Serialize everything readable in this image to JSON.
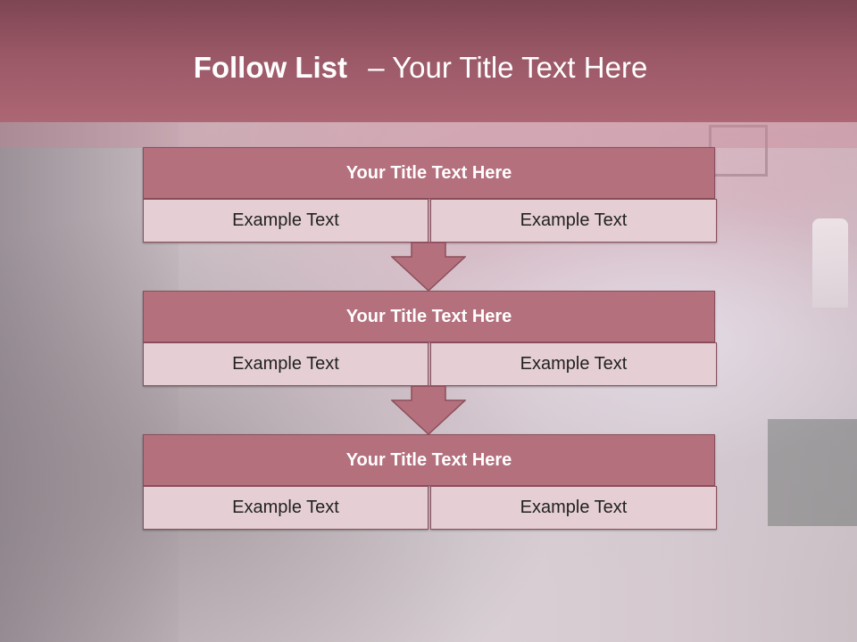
{
  "page": {
    "title_bold": "Follow List",
    "title_separator": "–",
    "title_rest": "Your Title Text Here"
  },
  "steps": [
    {
      "title": "Your Title Text Here",
      "left_text": "Example Text",
      "right_text": "Example Text"
    },
    {
      "title": "Your Title Text Here",
      "left_text": "Example Text",
      "right_text": "Example Text"
    },
    {
      "title": "Your Title Text Here",
      "left_text": "Example Text",
      "right_text": "Example Text"
    }
  ],
  "colors": {
    "header": "#9a5866",
    "block_title": "#b4707d",
    "cell": "#e5cfd4",
    "border": "#8b4e5c",
    "arrow": "#b4707d"
  },
  "icons": {
    "arrow": "down-arrow-icon"
  }
}
